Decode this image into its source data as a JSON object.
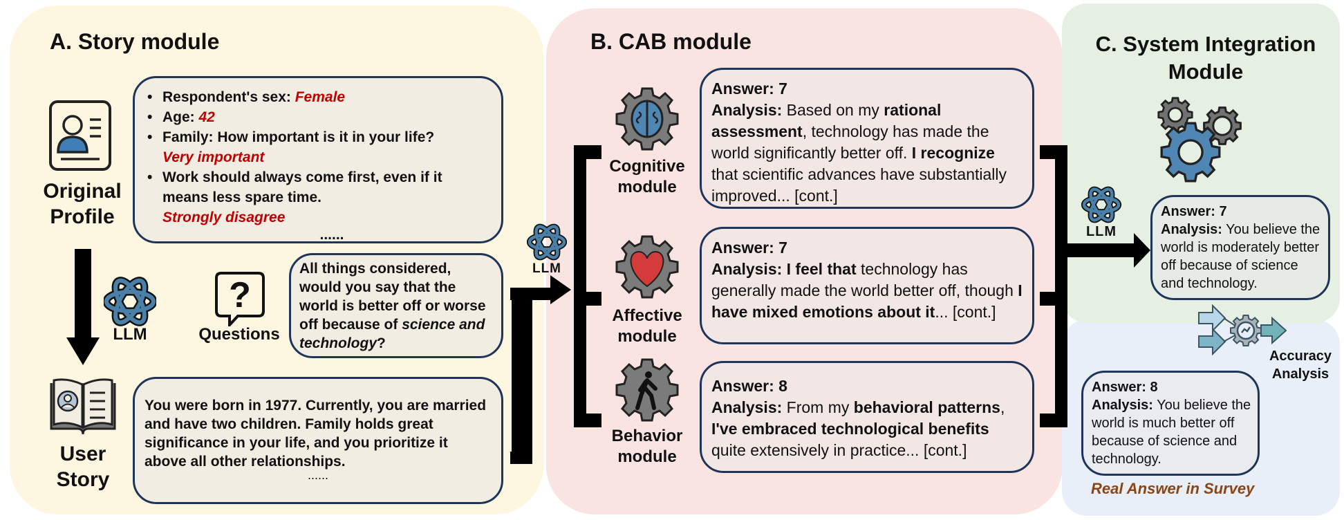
{
  "panels": {
    "story": {
      "title": "A. Story module",
      "profile_label_1": "Original",
      "profile_label_2": "Profile",
      "profile_items": [
        {
          "label": "Respondent's sex: ",
          "value": "Female"
        },
        {
          "label": "Age: ",
          "value": "42"
        },
        {
          "label": "Family: How important is it in your life?",
          "value": "Very important"
        },
        {
          "label": "Work should always come first, even if it means less spare time.",
          "value": "Strongly disagree"
        }
      ],
      "profile_ellipsis": "......",
      "llm_label": "LLM",
      "questions_label": "Questions",
      "question_text_1": "All things considered, would you say that the world is better off or worse off because of ",
      "question_text_italic": "science and technology",
      "question_text_end": "?",
      "user_story_label_1": "User",
      "user_story_label_2": "Story",
      "story_text": "You were born in 1977. Currently, you are married and have two children. Family holds great significance in your life, and you prioritize it above all other relationships.",
      "story_ellipsis": "......"
    },
    "cab": {
      "title": "B. CAB module",
      "llm_label": "LLM",
      "modules": [
        {
          "name_1": "Cognitive",
          "name_2": "module",
          "answer": "Answer: 7",
          "analysis_label": "Analysis:",
          "segments": [
            {
              "t": " Based on my ",
              "b": false
            },
            {
              "t": "rational assessment",
              "b": true
            },
            {
              "t": ", technology has made the world significantly better off. ",
              "b": false
            },
            {
              "t": "I recognize",
              "b": true
            },
            {
              "t": " that scientific advances have substantially improved... [cont.]",
              "b": false
            }
          ]
        },
        {
          "name_1": "Affective",
          "name_2": "module",
          "answer": "Answer: 7",
          "analysis_label": "Analysis:",
          "segments": [
            {
              "t": " I feel that",
              "b": true
            },
            {
              "t": " technology has generally made the world better off, though ",
              "b": false
            },
            {
              "t": "I have mixed emotions about it",
              "b": true
            },
            {
              "t": "... [cont.]",
              "b": false
            }
          ]
        },
        {
          "name_1": "Behavior",
          "name_2": "module",
          "answer": "Answer: 8",
          "analysis_label": "Analysis:",
          "segments": [
            {
              "t": " From my ",
              "b": false
            },
            {
              "t": "behavioral patterns",
              "b": true
            },
            {
              "t": ", ",
              "b": false
            },
            {
              "t": "I've embraced technological benefits",
              "b": true
            },
            {
              "t": " quite extensively in practice... [cont.]",
              "b": false
            }
          ]
        }
      ]
    },
    "integration": {
      "title_1": "C. System Integration",
      "title_2": "Module",
      "llm_label": "LLM",
      "predicted": {
        "answer": "Answer: 7",
        "analysis_label": "Analysis:",
        "analysis_text": " You believe the world is moderately better off because of science and technology."
      },
      "accuracy_label_1": "Accuracy",
      "accuracy_label_2": "Analysis",
      "real": {
        "answer": "Answer: 8",
        "analysis_label": "Analysis:",
        "analysis_text": " You believe the world is much better off because of science and technology."
      },
      "real_caption": "Real Answer in Survey"
    }
  },
  "colors": {
    "accent_blue": "#4a7fa8",
    "highlight_red": "#c00000",
    "caption_brown": "#8b4513",
    "box_border": "#1f3459"
  }
}
